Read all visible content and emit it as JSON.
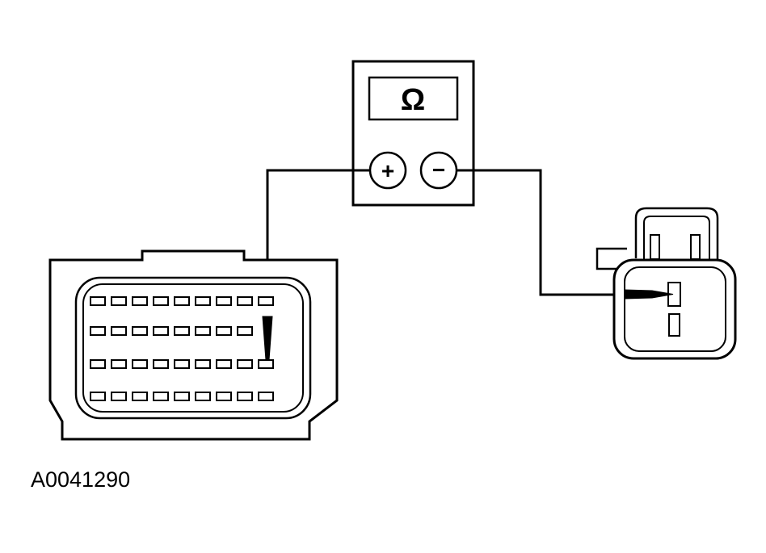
{
  "meter": {
    "display_symbol": "Ω",
    "positive_label": "+",
    "negative_label": "−"
  },
  "figure_id": "A0041290",
  "connector": {
    "pin_rows": [
      9,
      8,
      9,
      9
    ]
  },
  "colors": {
    "line": "#000000",
    "background": "#ffffff"
  }
}
